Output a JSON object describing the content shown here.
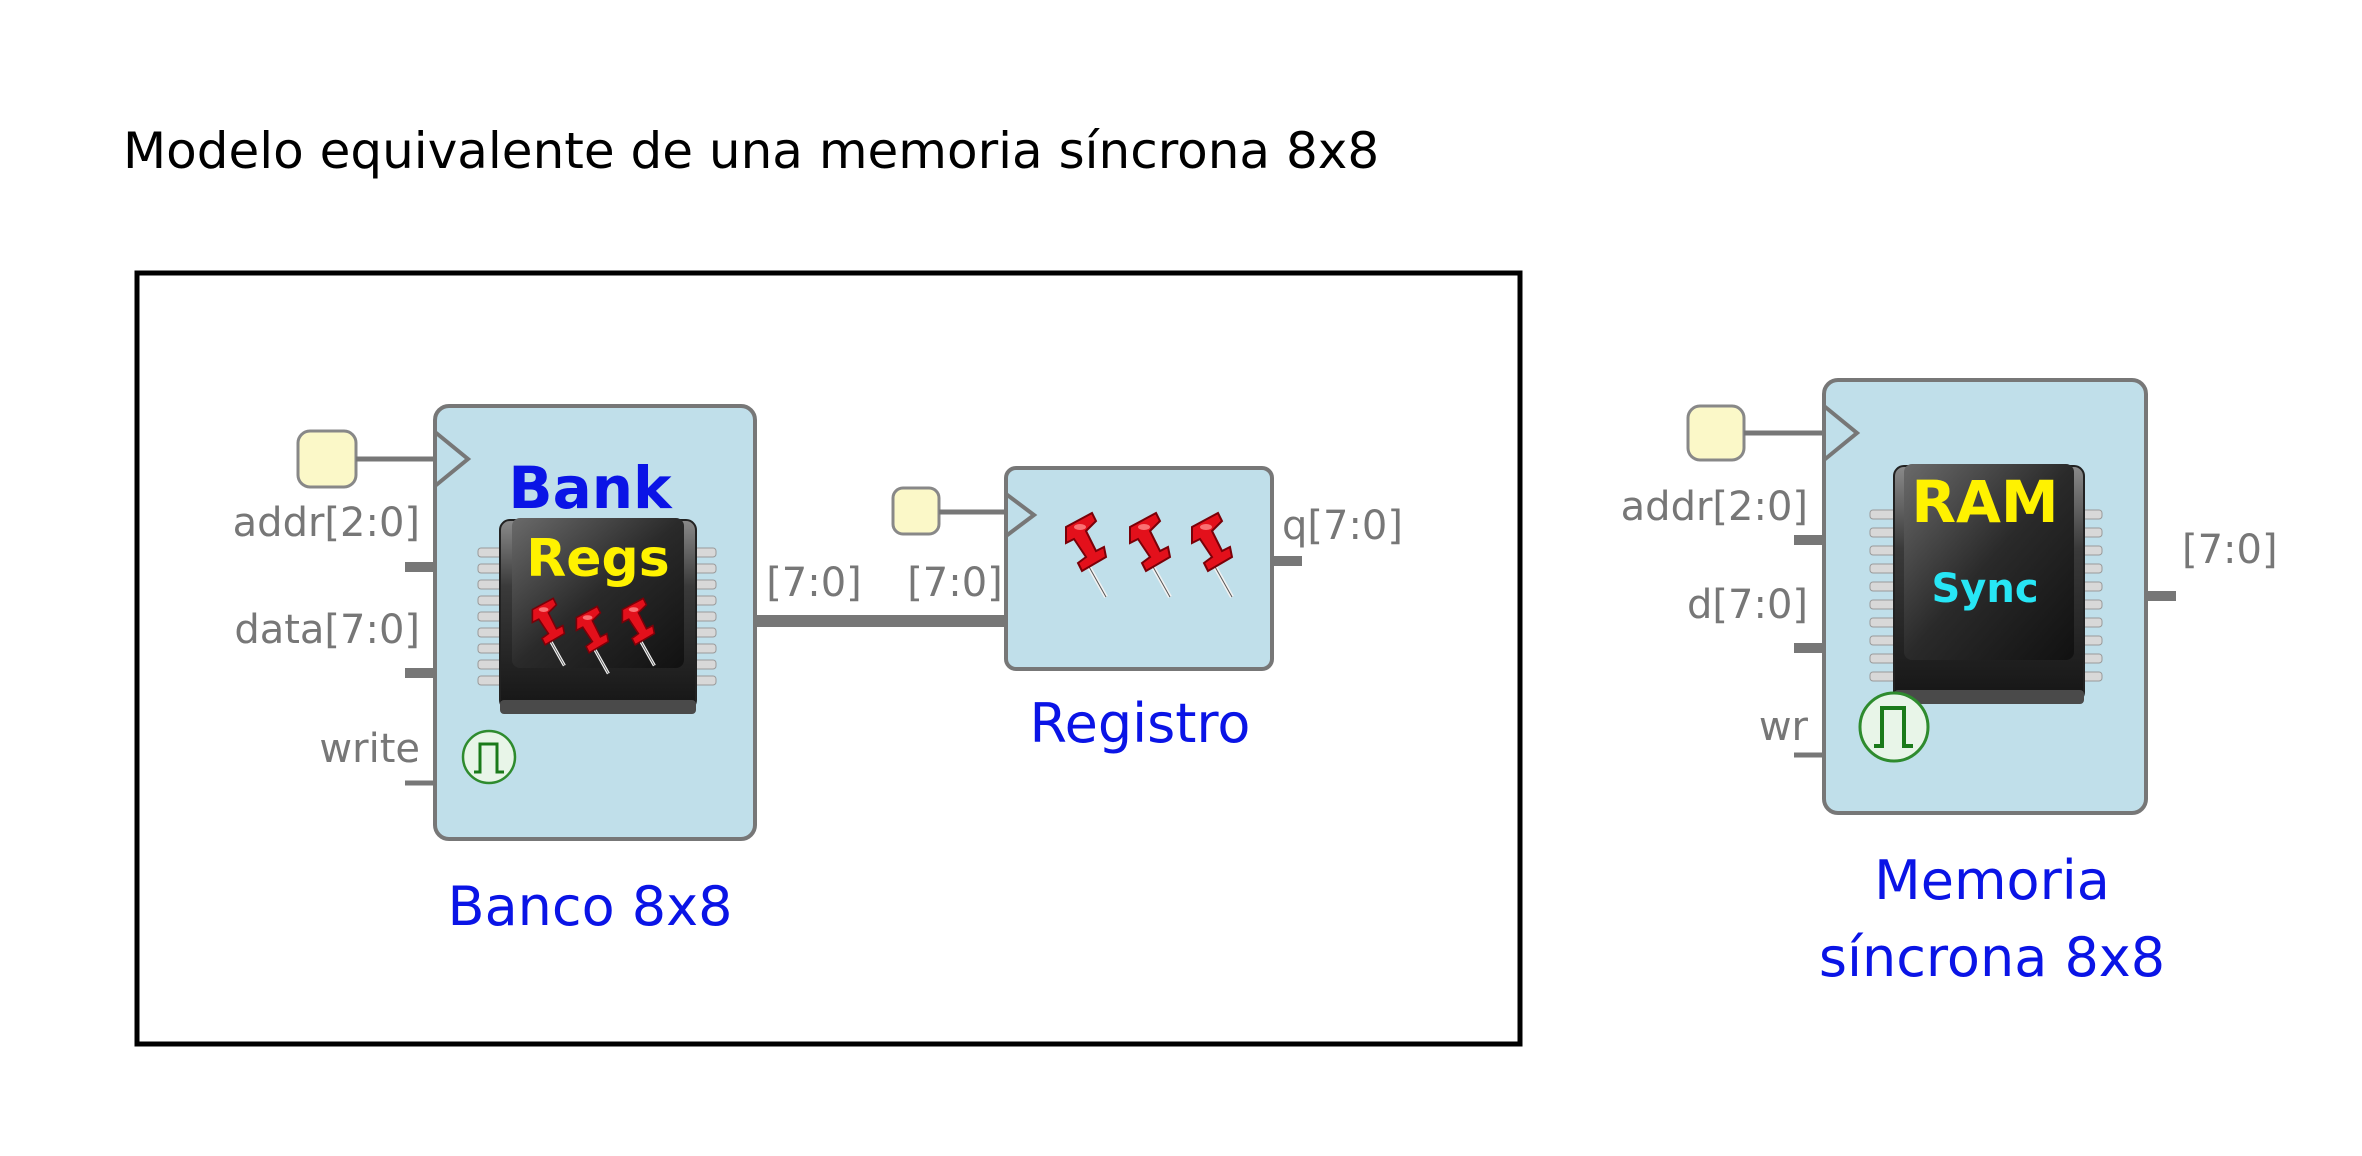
{
  "title": "Modelo equivalente de una memoria síncrona 8x8",
  "colors": {
    "module_fill": "#c0dfea",
    "module_stroke": "#777777",
    "label_blue": "#0a14e6",
    "port_gray": "#777777",
    "clock_fill": "#fbf8c8",
    "chip_yellow": "#fff200",
    "chip_cyan": "#27e6f5",
    "pin_red": "#e3101b"
  },
  "bank": {
    "chip_line1": "Bank",
    "chip_line2": "Regs",
    "in_addr": "addr[2:0]",
    "in_data": "data[7:0]",
    "in_write": "write",
    "name": "Banco 8x8",
    "clock_icon": "clock-pulse-icon",
    "chip_icon": "chip-pins-icon"
  },
  "wire": {
    "label_left": "[7:0]",
    "label_right": "[7:0]"
  },
  "registro": {
    "out": "q[7:0]",
    "name": "Registro",
    "icon": "push-pins-icon"
  },
  "ram": {
    "chip_line1": "RAM",
    "chip_line2": "Sync",
    "in_addr": "addr[2:0]",
    "in_d": "d[7:0]",
    "in_wr": "wr",
    "out": "[7:0]",
    "name_line1": "Memoria",
    "name_line2": "síncrona 8x8",
    "clock_icon": "clock-pulse-icon"
  }
}
